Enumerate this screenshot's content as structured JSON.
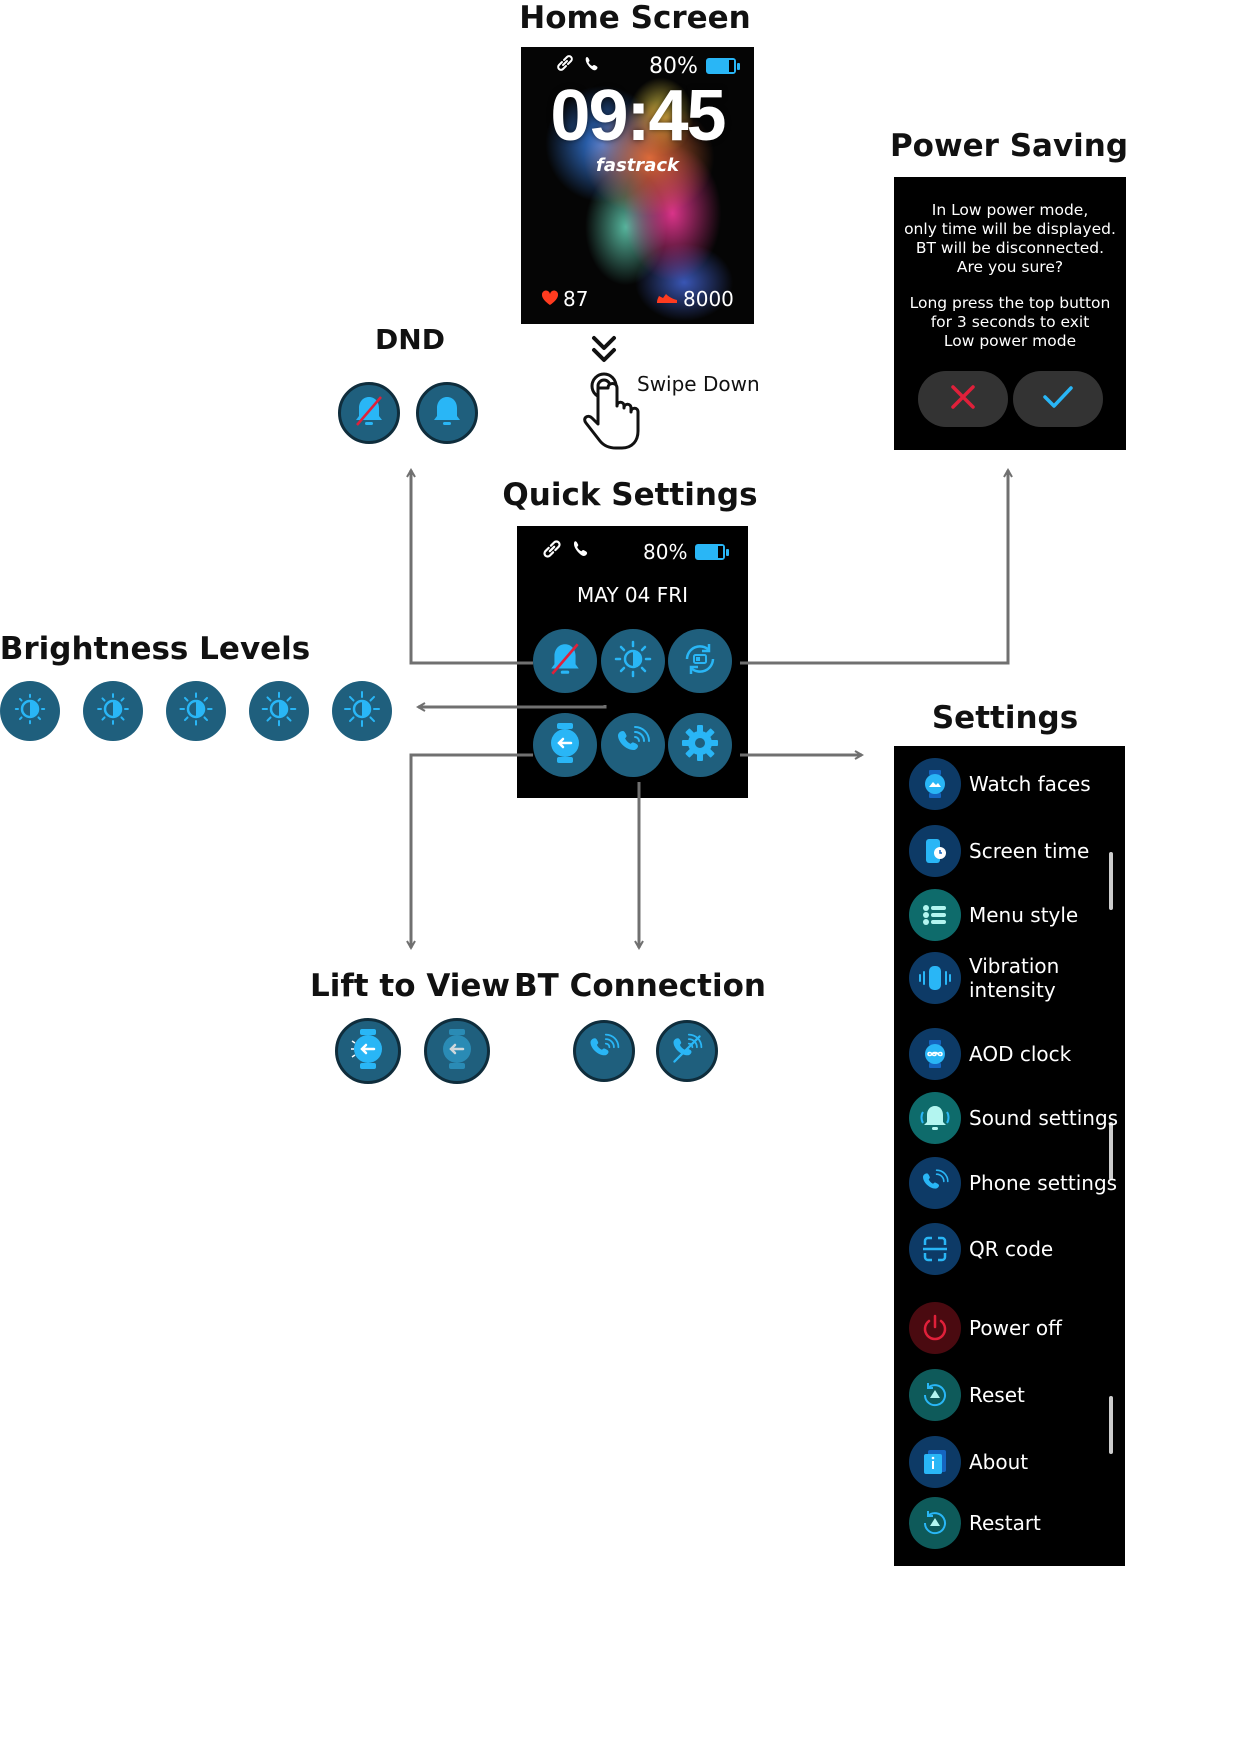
{
  "titles": {
    "home": "Home Screen",
    "power_saving": "Power Saving",
    "dnd": "DND",
    "quick_settings": "Quick Settings",
    "brightness": "Brightness Levels",
    "settings": "Settings",
    "lift_to_view": "Lift to View",
    "bt_connection": "BT Connection"
  },
  "gesture": {
    "label": "Swipe Down"
  },
  "home_screen": {
    "battery": "80%",
    "time": "09:45",
    "brand": "fastrack",
    "heart_rate": "87",
    "steps": "8000"
  },
  "quick_settings_screen": {
    "battery": "80%",
    "date": "MAY 04 FRI",
    "buttons": [
      "dnd-bell-off-icon",
      "brightness-icon",
      "power-saving-icon",
      "lift-to-view-icon",
      "bt-call-icon",
      "gear-icon"
    ]
  },
  "power_saving_screen": {
    "line1": "In Low power mode,",
    "line2": "only time will be displayed.",
    "line3": "BT will be disconnected.",
    "line4": "Are you sure?",
    "line5": "Long press the top button",
    "line6": "for 3 seconds to exit",
    "line7": "Low power mode"
  },
  "settings_menu": {
    "items": [
      {
        "label": "Watch faces",
        "icon": "watch-face-icon"
      },
      {
        "label": "Screen time",
        "icon": "screen-time-icon"
      },
      {
        "label": "Menu style",
        "icon": "menu-style-icon"
      },
      {
        "label": "Vibration\nintensity",
        "icon": "vibration-icon"
      },
      {
        "label": "AOD clock",
        "icon": "aod-clock-icon"
      },
      {
        "label": "Sound settings",
        "icon": "sound-icon"
      },
      {
        "label": "Phone settings",
        "icon": "phone-icon"
      },
      {
        "label": "QR code",
        "icon": "qr-code-icon"
      },
      {
        "label": "Power off",
        "icon": "power-icon"
      },
      {
        "label": "Reset",
        "icon": "reset-icon"
      },
      {
        "label": "About",
        "icon": "about-icon"
      },
      {
        "label": "Restart",
        "icon": "restart-icon"
      }
    ]
  },
  "colors": {
    "icon_bg": "#1f5f7d",
    "icon_fg": "#29b6f6",
    "confirm": "#29b6f6",
    "cancel": "#e0203a",
    "heart": "#ff3b1f",
    "arrow": "#707070"
  }
}
